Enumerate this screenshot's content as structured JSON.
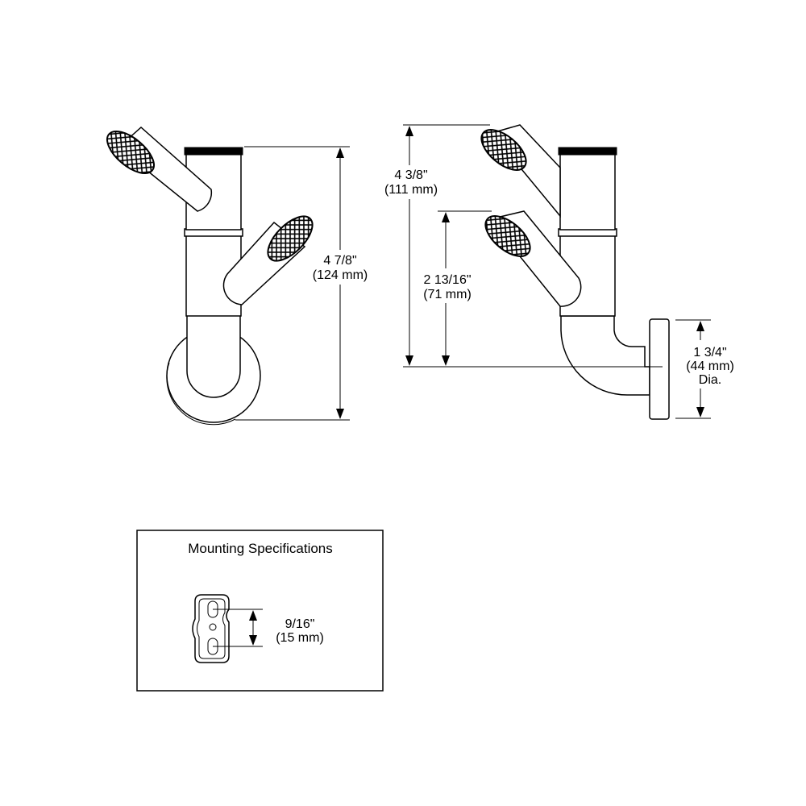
{
  "front_view": {
    "height_imperial": "4 7/8\"",
    "height_metric": "(124 mm)"
  },
  "side_view": {
    "top_hook_imperial": "4 3/8\"",
    "top_hook_metric": "(111 mm)",
    "lower_hook_imperial": "2 13/16\"",
    "lower_hook_metric": "(71 mm)",
    "flange_imperial": "1 3/4\"",
    "flange_metric": "(44 mm)",
    "flange_note": "Dia."
  },
  "mounting": {
    "title": "Mounting Specifications",
    "spacing_imperial": "9/16\"",
    "spacing_metric": "(15 mm)"
  }
}
